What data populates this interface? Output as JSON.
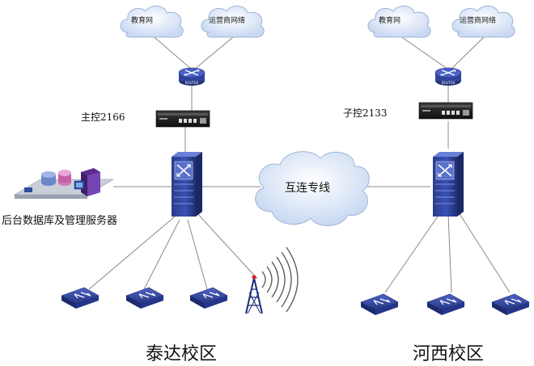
{
  "left_site": {
    "cloud_education": "教育网",
    "cloud_operator": "运营商网络",
    "router_label": "ROUTER",
    "controller_label": "主控2166",
    "server_label": "后台数据库及管理服务器",
    "campus_name": "泰达校区"
  },
  "right_site": {
    "cloud_education": "教育网",
    "cloud_operator": "运营商网络",
    "router_label": "ROUTER",
    "controller_label": "子控2133",
    "campus_name": "河西校区"
  },
  "link_label": "互连专线",
  "colors": {
    "switch_blue": "#2b3f8f",
    "router_blue": "#3a4fb0",
    "cloud_fill": "#dbe7f7",
    "line": "#7f7f7f"
  }
}
